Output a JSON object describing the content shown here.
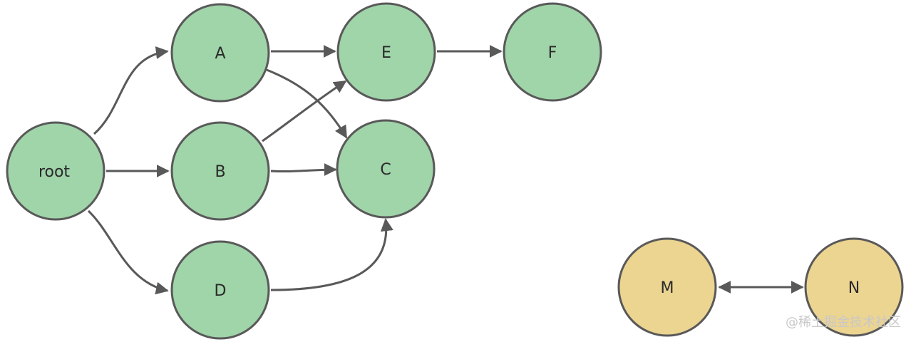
{
  "nodes": {
    "root": {
      "label": "root",
      "color": "#a0d4a9"
    },
    "a": {
      "label": "A",
      "color": "#a0d4a9"
    },
    "b": {
      "label": "B",
      "color": "#a0d4a9"
    },
    "c": {
      "label": "C",
      "color": "#a0d4a9"
    },
    "d": {
      "label": "D",
      "color": "#a0d4a9"
    },
    "e": {
      "label": "E",
      "color": "#a0d4a9"
    },
    "f": {
      "label": "F",
      "color": "#a0d4a9"
    },
    "m": {
      "label": "M",
      "color": "#ecd491"
    },
    "n": {
      "label": "N",
      "color": "#ecd491"
    }
  },
  "edges": [
    {
      "from": "root",
      "to": "A",
      "type": "directed"
    },
    {
      "from": "root",
      "to": "B",
      "type": "directed"
    },
    {
      "from": "root",
      "to": "D",
      "type": "directed"
    },
    {
      "from": "A",
      "to": "E",
      "type": "directed"
    },
    {
      "from": "A",
      "to": "C",
      "type": "directed"
    },
    {
      "from": "B",
      "to": "E",
      "type": "directed"
    },
    {
      "from": "B",
      "to": "C",
      "type": "directed"
    },
    {
      "from": "D",
      "to": "C",
      "type": "directed"
    },
    {
      "from": "E",
      "to": "F",
      "type": "directed"
    },
    {
      "from": "M",
      "to": "N",
      "type": "bidirectional"
    }
  ],
  "colors": {
    "node_stroke": "#595959",
    "edge_stroke": "#595959",
    "green_fill": "#a0d4a9",
    "yellow_fill": "#ecd491"
  },
  "watermark": "@稀土掘金技术社区"
}
